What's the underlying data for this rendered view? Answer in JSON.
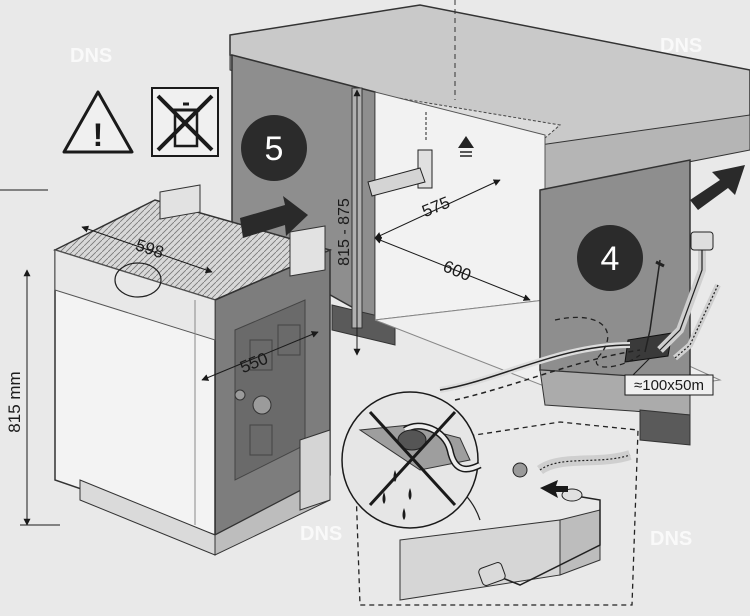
{
  "diagram": {
    "dimensions": {
      "unit_height": "815 mm",
      "niche_height": "815 - 875",
      "unit_width": "598",
      "unit_depth": "550",
      "niche_inner_width": "575",
      "niche_width": "600",
      "hole_size": "≈100x50m"
    },
    "step_badges": {
      "step5": "5",
      "step4": "4"
    },
    "symbols": {
      "warning": "!",
      "warning_icon": "warning-triangle-icon",
      "no_disposal_icon": "crossed-bin-icon"
    },
    "watermark": "DNS",
    "colors": {
      "background": "#e9e9e9",
      "cabinet_gray": "#8a8a8a",
      "dark_gray": "#5b5b5b",
      "badge": "#2b2b2b",
      "line": "#1a1a1a"
    }
  }
}
